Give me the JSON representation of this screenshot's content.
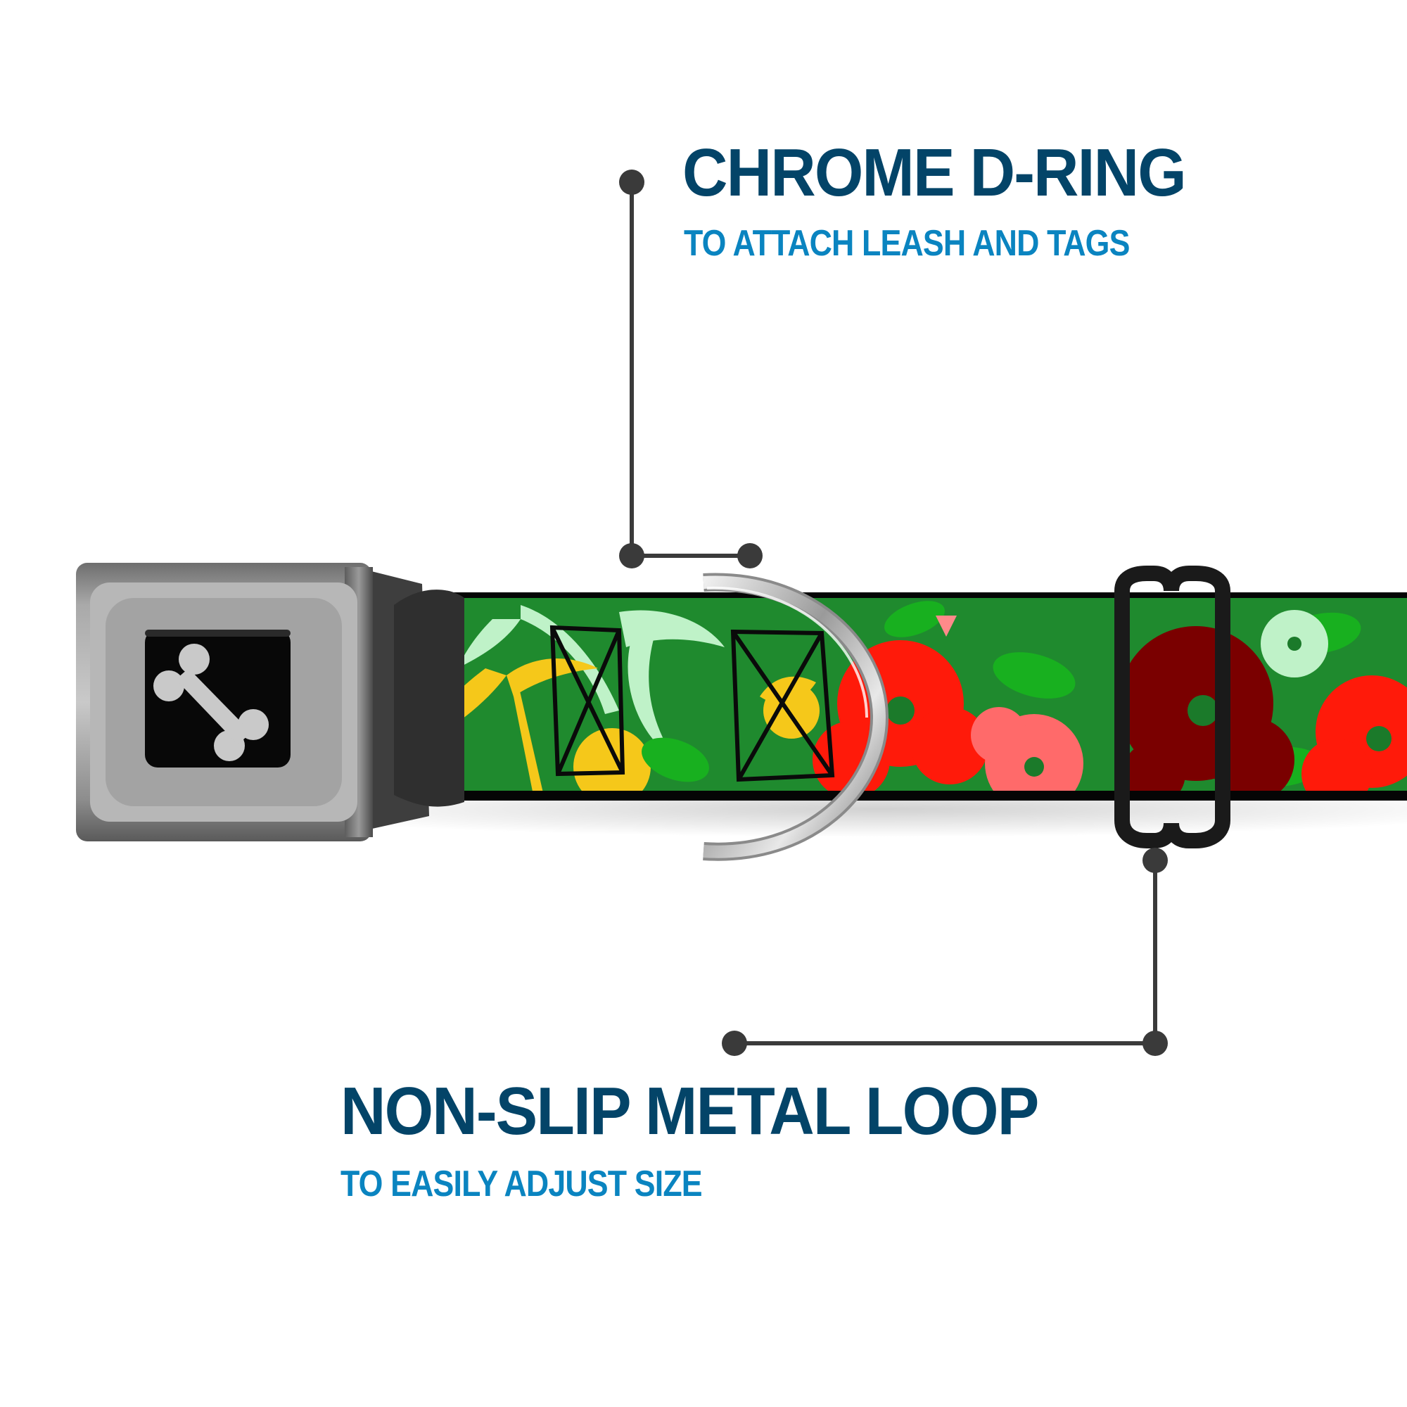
{
  "callouts": {
    "d_ring": {
      "title": "CHROME D-RING",
      "subtitle": "TO ATTACH LEASH AND TAGS"
    },
    "metal_loop": {
      "title": "NON-SLIP METAL LOOP",
      "subtitle": "TO EASILY ADJUST SIZE"
    }
  },
  "product": {
    "buckle_icon": "dog-bone-icon",
    "pattern": "hawaiian-hibiscus-palm",
    "colors": {
      "title": "#034468",
      "subtitle": "#0a84c0",
      "leader_line": "#3a3a3a",
      "webbing_green": "#1f8a2e",
      "hibiscus_red": "#ff1a0a",
      "hibiscus_pink": "#ff6a6a",
      "hibiscus_dark": "#7a0000",
      "palm_yellow": "#f5c81a",
      "palm_mint": "#bff2c8"
    }
  }
}
